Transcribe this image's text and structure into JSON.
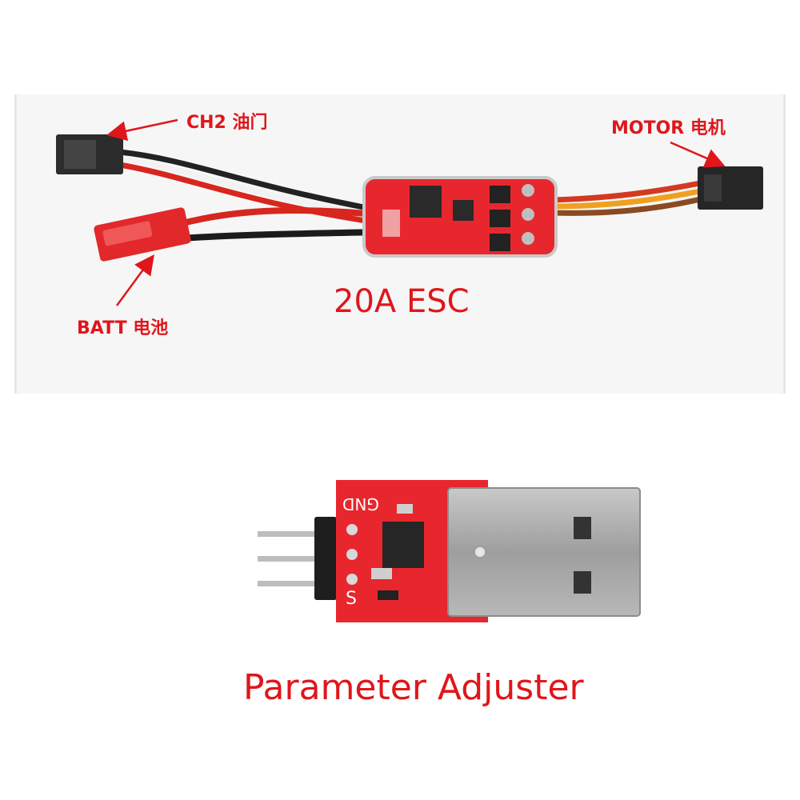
{
  "labels": {
    "ch2": "CH2 油门",
    "motor": "MOTOR  电机",
    "batt": "BATT  电池",
    "esc_title": "20A ESC",
    "adjuster_title": "Parameter Adjuster"
  },
  "pcb_silkscreen": {
    "gnd": "GND",
    "signal": "S"
  },
  "colors": {
    "label_red": "#e0161b",
    "pcb_red": "#e8262d",
    "usb_metal": "#a9a9a9"
  }
}
